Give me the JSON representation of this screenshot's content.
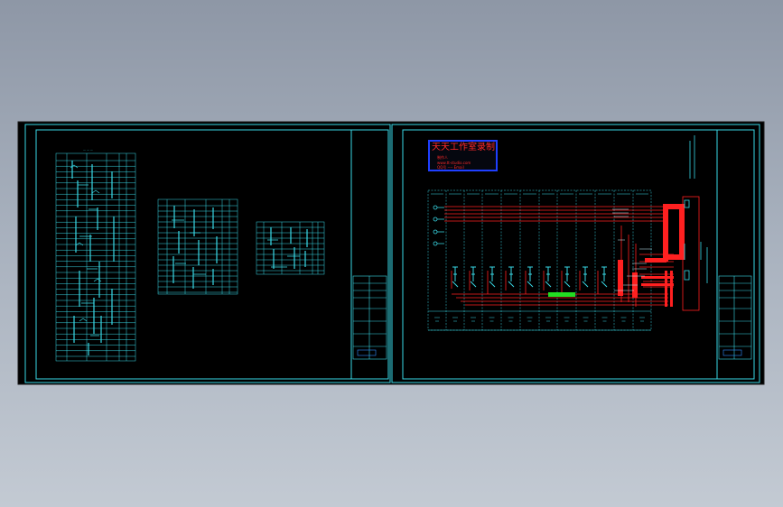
{
  "stamp": {
    "title": "天天工作室录制",
    "line1": "制作人",
    "line2": "www.tt-studio.com",
    "line3": "QQ号 ----  Email"
  },
  "colors": {
    "background": "#9aa3b0",
    "sheet": "#000000",
    "frame": "#39d9e6",
    "wire": "#ff2020",
    "busbar": "#22dd22",
    "stamp_border": "#1f3fff"
  }
}
